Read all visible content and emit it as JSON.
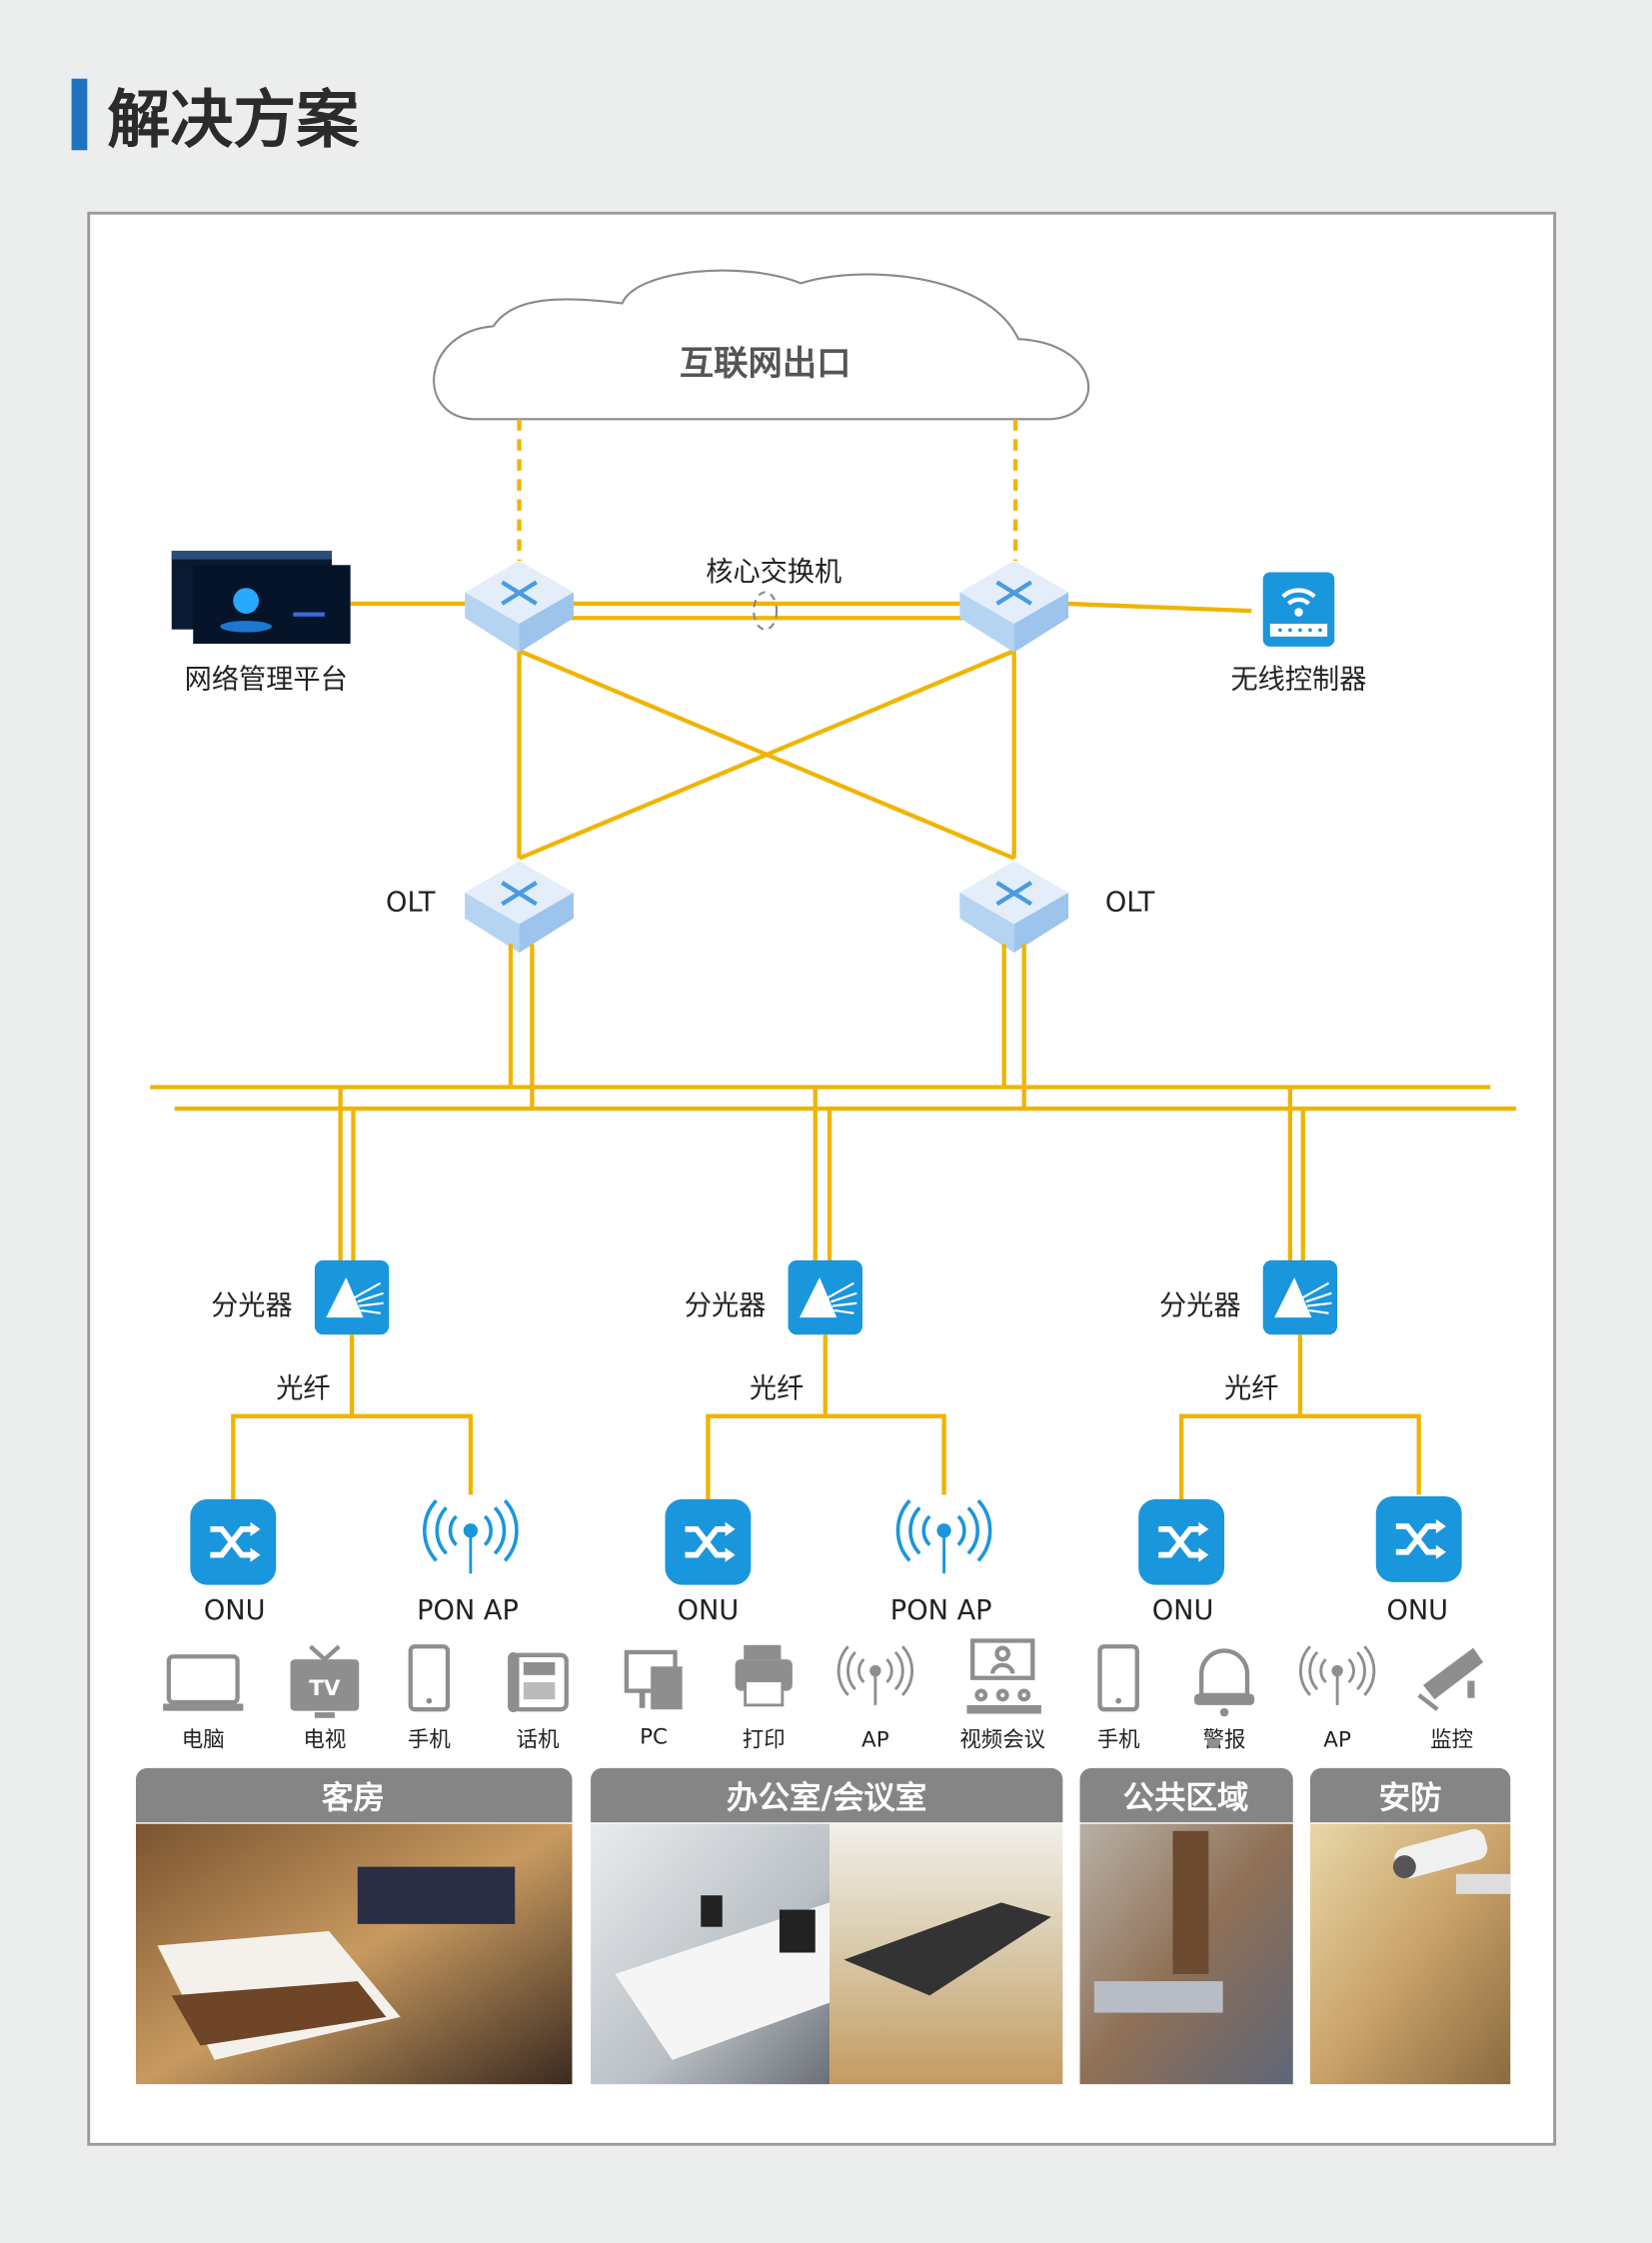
{
  "page_title": "解决方案",
  "cloud_label": "互联网出口",
  "core_switch_label": "核心交换机",
  "nms_label": "网络管理平台",
  "wireless_controller_label": "无线控制器",
  "olt_labels": [
    "OLT",
    "OLT"
  ],
  "splitters": [
    {
      "label": "分光器",
      "fiber_label": "光纤"
    },
    {
      "label": "分光器",
      "fiber_label": "光纤"
    },
    {
      "label": "分光器",
      "fiber_label": "光纤"
    }
  ],
  "endpoints": [
    "ONU",
    "PON AP",
    "ONU",
    "PON AP",
    "ONU",
    "ONU"
  ],
  "devices": [
    "电脑",
    "电视",
    "手机",
    "话机",
    "PC",
    "打印",
    "AP",
    "视频会议",
    "手机",
    "警报",
    "AP",
    "监控"
  ],
  "categories": [
    "客房",
    "办公室/会议室",
    "公共区域",
    "安防"
  ],
  "colors": {
    "accent": "#1e73be",
    "link": "#f0b400",
    "icon_blue": "#1a96dc",
    "category_bar": "#858585"
  }
}
